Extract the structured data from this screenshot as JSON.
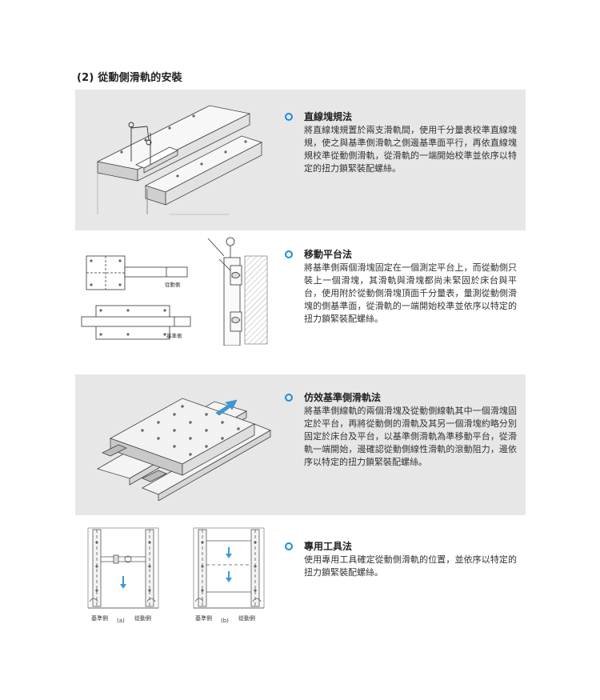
{
  "page_title": "(2) 從動側滑軌的安裝",
  "methods": [
    {
      "title": "直線塊規法",
      "body": "將直線塊規置於兩支滑軌間，使用千分量表校準直線塊規，使之與基準側滑軌之側邊基準面平行，再依直線塊規校準從動側滑軌，從滑軌的一端開始校準並依序以特定的扭力鎖緊裝配螺絲。"
    },
    {
      "title": "移動平台法",
      "body": "將基準側兩個滑塊固定在一個測定平台上，而從動側只裝上一個滑塊，其滑軌與滑塊都尚未緊固於床台與平台，使用附於從動側滑塊頂面千分量表，量測從動側滑塊的側基準面，從滑軌的一端開始校準並依序以特定的扭力鎖緊裝配螺絲。"
    },
    {
      "title": "仿效基準側滑軌法",
      "body": "將基準側線軌的兩個滑塊及從動側線軌其中一個滑塊固定於平台，再將從動側的滑軌及其另一個滑塊約略分別固定於床台及平台，以基準側滑軌為準移動平台，從滑軌一端開始，邊確認從動側線性滑軌的滾動阻力，邊依序以特定的扭力鎖緊裝配螺絲。"
    },
    {
      "title": "專用工具法",
      "body": "使用專用工具確定從動側滑軌的位置，並依序以特定的扭力鎖緊裝配螺絲。"
    }
  ],
  "figure2": {
    "driven_label": "從動側",
    "reference_label": "基準側"
  },
  "figure4": {
    "a": {
      "reference_label": "基準側",
      "driven_label": "從動側",
      "caption": "(a)"
    },
    "b": {
      "reference_label": "基準側",
      "driven_label": "從動側",
      "caption": "(b)"
    }
  },
  "colors": {
    "bullet": "#1a8ed8",
    "band": "#e7e7e7",
    "arrow": "#3a9ad9"
  }
}
